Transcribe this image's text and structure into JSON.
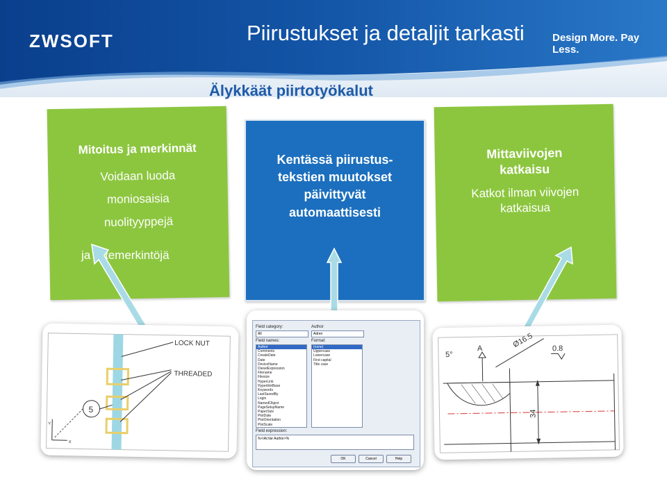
{
  "header": {
    "logo": "ZWSOFT",
    "title": "Piirustukset ja detaljit tarkasti",
    "tagline": "Design More. Pay Less."
  },
  "subtitle": "Älykkäät piirtotyökalut",
  "cards": {
    "left": {
      "head": "Mitoitus ja merkinnät",
      "lines": [
        "Voidaan luoda",
        "moniosaisia",
        "nuolityyppejä"
      ],
      "overflow": "ja viitemerkintöjä"
    },
    "middle": {
      "lines": [
        "Kentässä piirustus-",
        "tekstien muutokset",
        "päivittyvät",
        "automaattisesti"
      ]
    },
    "right": {
      "head": "Mittaviivojen katkaisu",
      "lines": [
        "Katkot ilman viivojen",
        "katkaisua"
      ]
    }
  },
  "colors": {
    "green": "#8cc63f",
    "blue": "#1c6fbe",
    "title_blue": "#1f5aa8",
    "arrow": "#a9dbe6"
  },
  "drawing_left": {
    "labels": [
      "LOCK NUT",
      "THREADED",
      "5",
      "Y",
      "X"
    ]
  },
  "dialog": {
    "field_category_label": "Field category:",
    "field_category_value": "All",
    "author_label": "Author",
    "author_value": "Adren",
    "field_names_label": "Field names:",
    "format_label": "Format:",
    "field_names": [
      "Author",
      "Comments",
      "CreateDate",
      "Date",
      "DeviceName",
      "DieselExpression",
      "Filename",
      "Filesize",
      "HyperLink",
      "HyperlinkBase",
      "Keywords",
      "LastSavedBy",
      "Login",
      "NamedObject",
      "PageSetupName",
      "PaperSize",
      "PlotDate",
      "PlotOrientation",
      "PlotScale"
    ],
    "formats": [
      "(none)",
      "Uppercase",
      "Lowercase",
      "First capital",
      "Title case"
    ],
    "field_expression_label": "Field expression:",
    "field_expression_value": "%<\\AcVar Author>%",
    "ok": "OK",
    "cancel": "Cancel",
    "help": "Help"
  },
  "drawing_right": {
    "labels": [
      "5°",
      "A",
      "Ø16.5",
      "0.8",
      "34"
    ]
  }
}
